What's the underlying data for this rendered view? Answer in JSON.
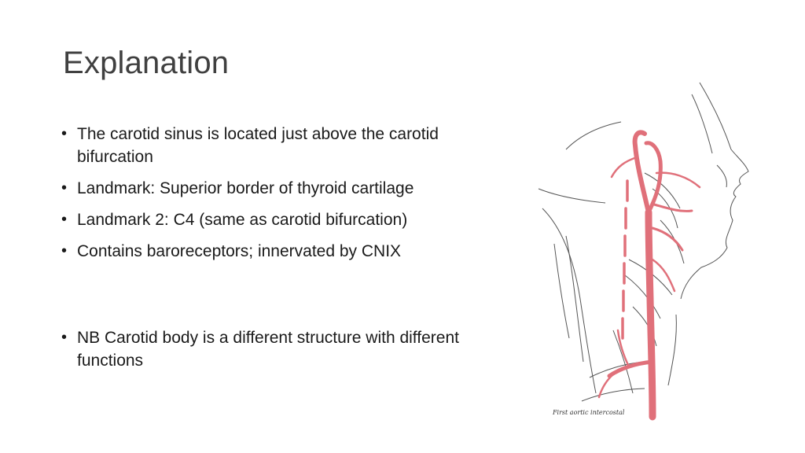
{
  "slide": {
    "title": "Explanation",
    "bullets": [
      "The carotid sinus is located just above the carotid bifurcation",
      "Landmark: Superior border of thyroid cartilage",
      "Landmark 2: C4 (same as carotid bifurcation)",
      "Contains baroreceptors; innervated by CNIX",
      "NB Carotid body is a different structure with different functions"
    ],
    "figure": {
      "caption": "First aortic intercostal",
      "artery_color": "#e0707a",
      "line_color": "#555555"
    }
  }
}
